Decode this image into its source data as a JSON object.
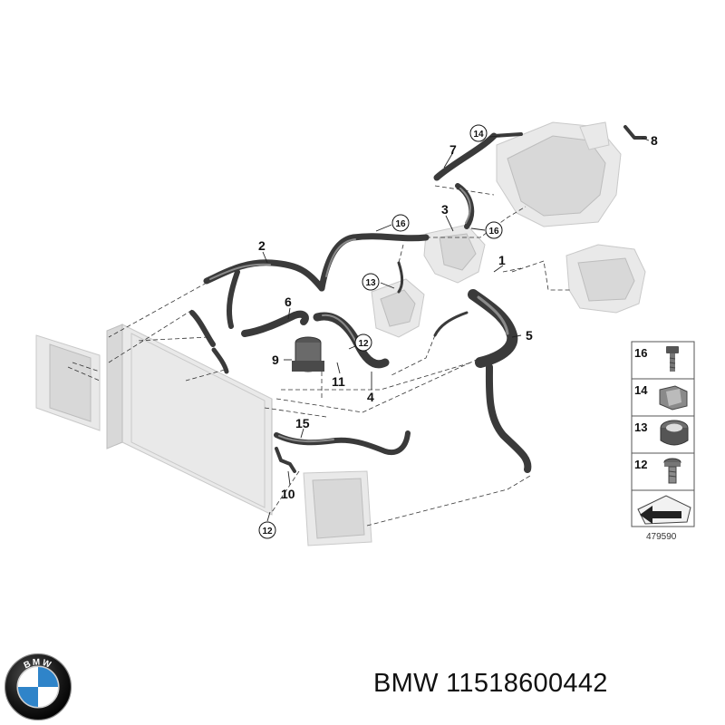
{
  "diagram": {
    "callouts": {
      "p1": "1",
      "p2": "2",
      "p3": "3",
      "p4": "4",
      "p5": "5",
      "p6": "6",
      "p7": "7",
      "p8": "8",
      "p9": "9",
      "p10": "10",
      "p11": "11",
      "p15": "15"
    },
    "circled": {
      "c14": "14",
      "c16a": "16",
      "c16b": "16",
      "c13": "13",
      "c12a": "12",
      "c12b": "12"
    },
    "legend": {
      "items": [
        {
          "number": "16",
          "icon": "bolt-icon"
        },
        {
          "number": "14",
          "icon": "hose-clip-icon"
        },
        {
          "number": "13",
          "icon": "hose-clamp-icon"
        },
        {
          "number": "12",
          "icon": "screw-icon"
        }
      ],
      "arrow_icon": "direction-arrow-icon",
      "reference": "479590"
    }
  },
  "caption": "BMW 11518600442",
  "logo": {
    "icon": "bmw-roundel-icon",
    "letters": "BMW",
    "colors": {
      "blue": "#2f84c9",
      "ring": "#1a1a1a",
      "white": "#ffffff"
    }
  }
}
